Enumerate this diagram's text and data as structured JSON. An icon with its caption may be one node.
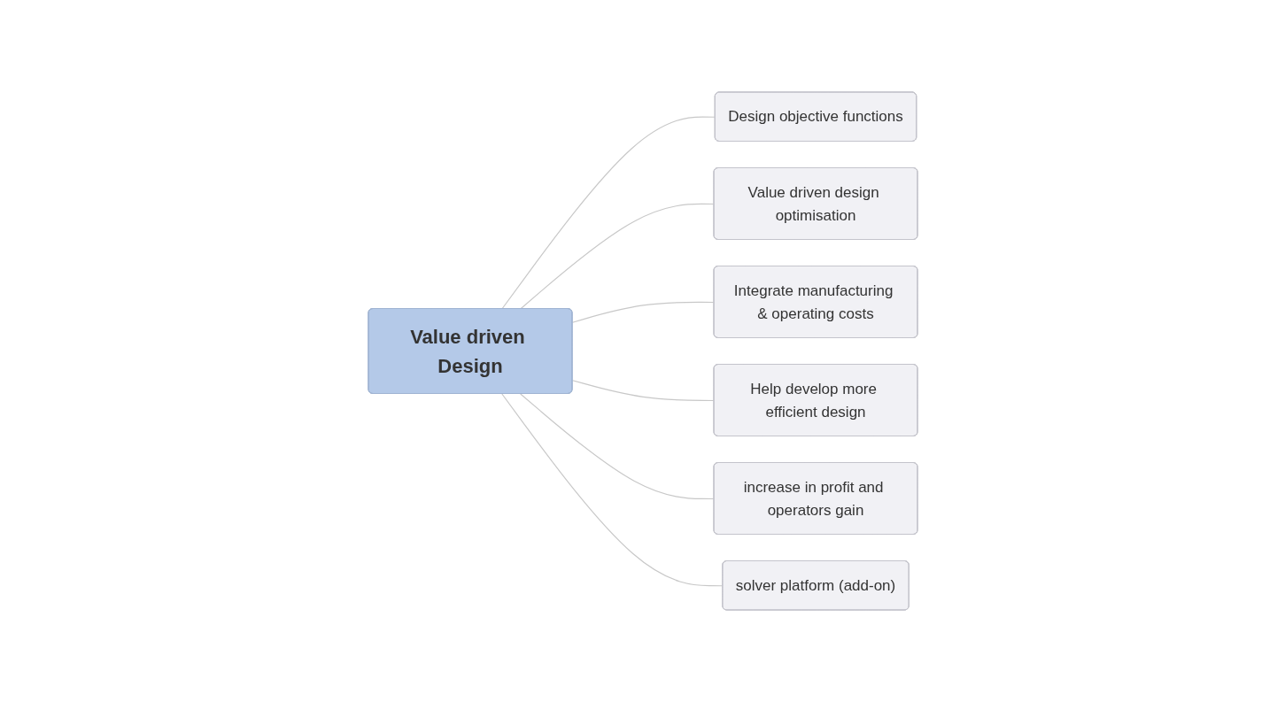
{
  "diagram": {
    "nodes": [
      {
        "text": [
          "Design objective functions"
        ]
      },
      {
        "text": [
          "Value driven design optimisation"
        ]
      },
      {
        "text": [
          "Integrate manufacturing & operating costs"
        ]
      },
      {
        "text": [
          "Value driven Design"
        ]
      },
      {
        "text": [
          "Help develop more efficient design"
        ]
      },
      {
        "text": [
          "increase in profit and operators gain"
        ]
      },
      {
        "text": [
          "solver platform (add-on)"
        ]
      }
    ],
    "edges": [
      {
        "from": 3,
        "to": 0,
        "arrow": "none"
      },
      {
        "from": 3,
        "to": 1,
        "arrow": "none"
      },
      {
        "from": 3,
        "to": 2,
        "arrow": "none"
      },
      {
        "from": 3,
        "to": 4,
        "arrow": "none"
      },
      {
        "from": 3,
        "to": 5,
        "arrow": "none"
      },
      {
        "from": 3,
        "to": 6,
        "arrow": "none"
      }
    ]
  }
}
